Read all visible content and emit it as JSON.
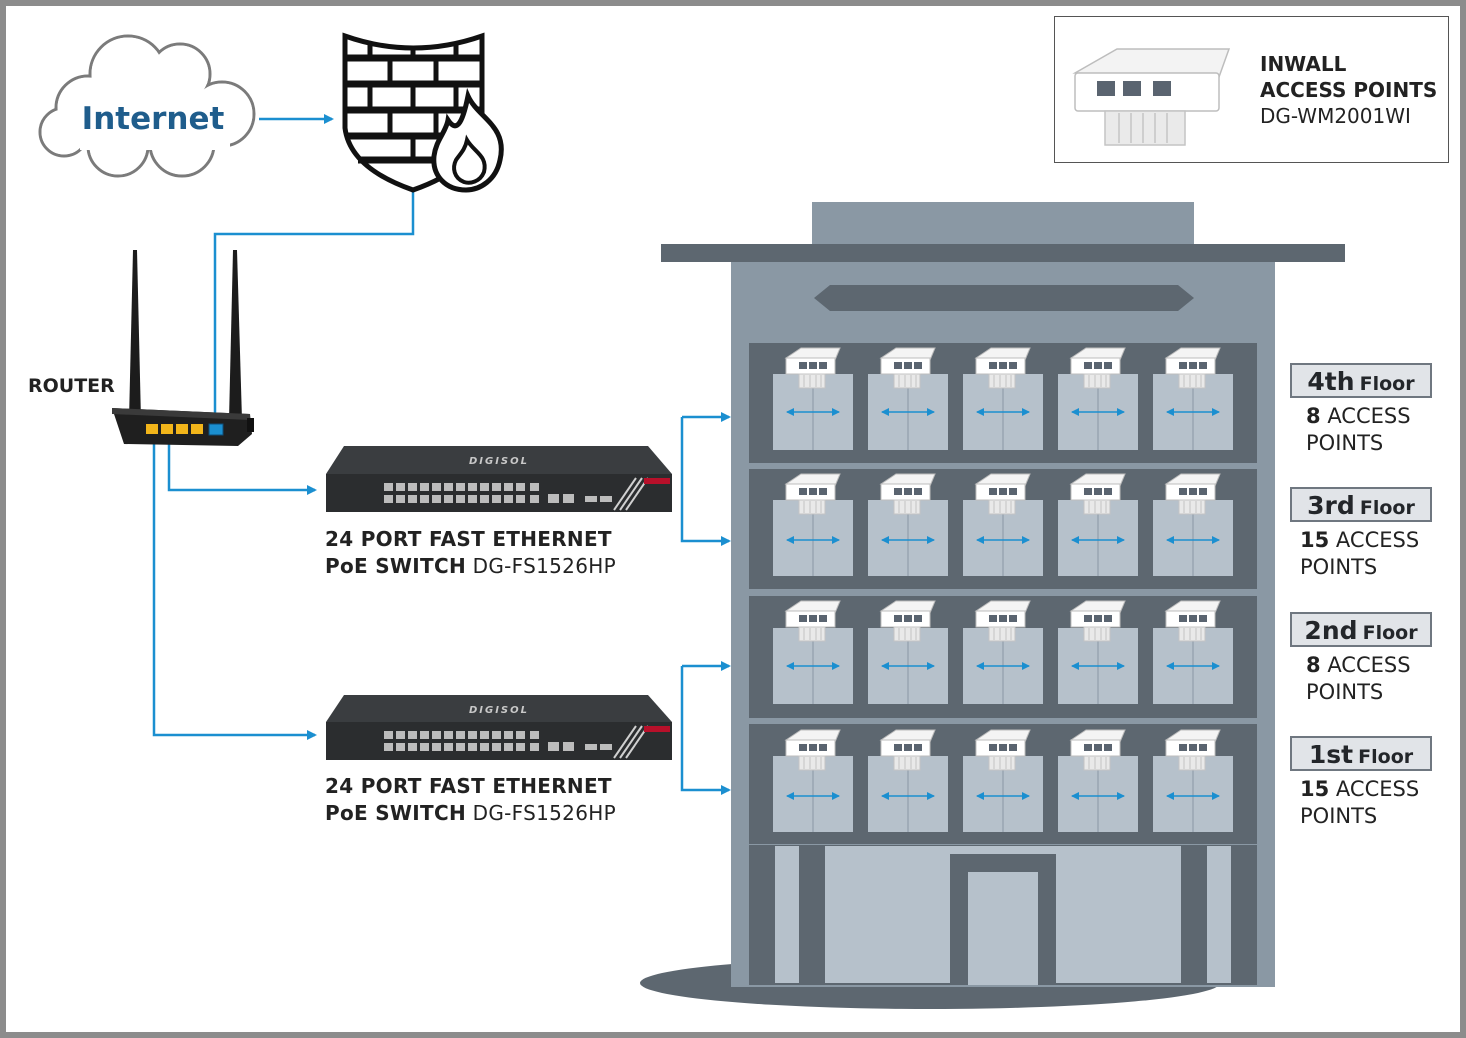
{
  "internet": {
    "label": "Internet"
  },
  "router": {
    "label": "ROUTER"
  },
  "switches": [
    {
      "line1": "24 PORT FAST ETHERNET",
      "line2_bold": "PoE SWITCH",
      "line2_model": "DG-FS1526HP",
      "brand": "DIGISOL"
    },
    {
      "line1": "24 PORT FAST ETHERNET",
      "line2_bold": "PoE SWITCH",
      "line2_model": "DG-FS1526HP",
      "brand": "DIGISOL"
    }
  ],
  "legend": {
    "line1": "INWALL",
    "line2": "ACCESS POINTS",
    "line3": "DG-WM2001WI"
  },
  "floors": [
    {
      "ordinal": "4th",
      "word": "Floor",
      "count": "8",
      "line1_rest": "ACCESS",
      "line2": "POINTS"
    },
    {
      "ordinal": "3rd",
      "word": "Floor",
      "count": "15",
      "line1_rest": "ACCESS",
      "line2": "POINTS"
    },
    {
      "ordinal": "2nd",
      "word": "Floor",
      "count": "8",
      "line1_rest": "ACCESS",
      "line2": "POINTS"
    },
    {
      "ordinal": "1st",
      "word": "Floor",
      "count": "15",
      "line1_rest": "ACCESS",
      "line2": "POINTS"
    }
  ],
  "colors": {
    "link_blue": "#1b8fd0",
    "building": "#8a98a4",
    "building_dark": "#5d6770",
    "window": "#b6c1cb",
    "switch_body": "#2f3133",
    "router_port": "#f2b51a"
  },
  "icons": [
    "cloud-icon",
    "firewall-shield-icon",
    "flame-icon",
    "router-icon",
    "switch-icon",
    "access-point-icon",
    "double-arrow-icon"
  ]
}
